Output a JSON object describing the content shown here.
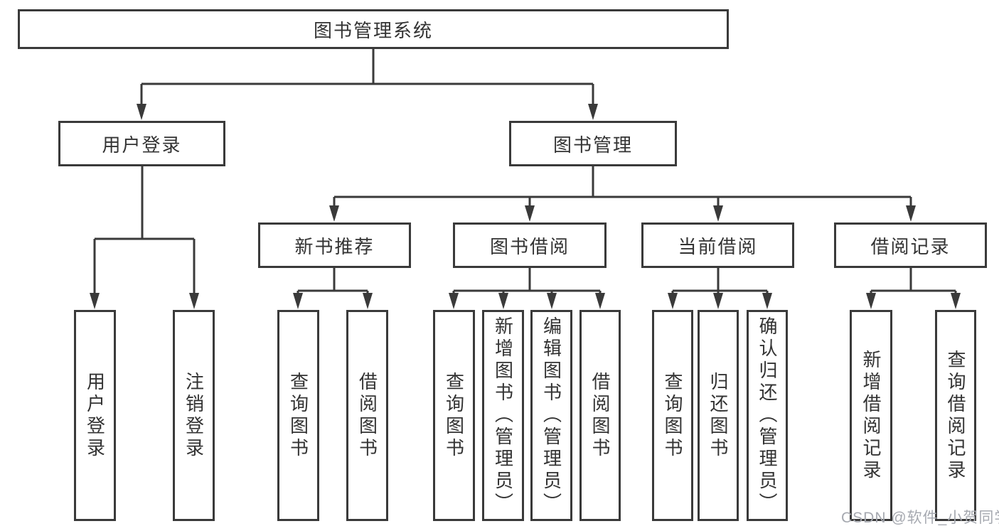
{
  "diagram_type": "functional-structure-tree",
  "colors": {
    "line": "#3a3a3a",
    "box_border": "#3a3a3a",
    "text": "#333333",
    "watermark": "#a6a9b0",
    "background": "#ffffff"
  },
  "tree": {
    "root": {
      "label": "图书管理系统"
    },
    "login": {
      "label": "用户登录",
      "children": [
        {
          "label": "用户登录"
        },
        {
          "label": "注销登录"
        }
      ]
    },
    "management": {
      "label": "图书管理",
      "sections": [
        {
          "label": "新书推荐",
          "children": [
            {
              "label": "查询图书"
            },
            {
              "label": "借阅图书"
            }
          ]
        },
        {
          "label": "图书借阅",
          "children": [
            {
              "label": "查询图书"
            },
            {
              "label": "新增图书（管理员）"
            },
            {
              "label": "编辑图书（管理员）"
            },
            {
              "label": "借阅图书"
            }
          ]
        },
        {
          "label": "当前借阅",
          "children": [
            {
              "label": "查询图书"
            },
            {
              "label": "归还图书"
            },
            {
              "label": "确认归还（管理员）"
            }
          ]
        },
        {
          "label": "借阅记录",
          "children": [
            {
              "label": "新增借阅记录"
            },
            {
              "label": "查询借阅记录"
            }
          ]
        }
      ]
    }
  },
  "watermark": {
    "text": "CSDN @软件_小贺同学"
  }
}
